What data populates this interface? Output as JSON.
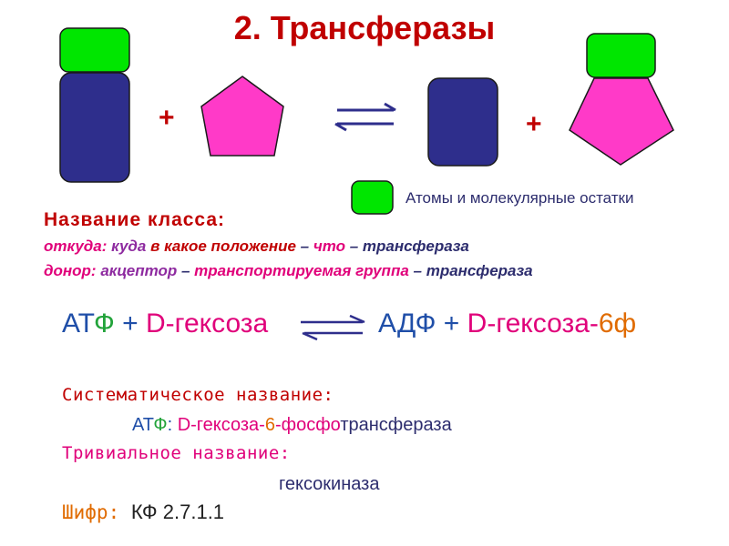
{
  "title": "2. Трансферазы",
  "diagram": {
    "plus_1": "+",
    "plus_2": "+",
    "legend_text": "Атомы и молекулярные остатки",
    "colors": {
      "group": "#00e600",
      "donor": "#2e2e8c",
      "acceptor": "#ff3ac8",
      "arrow": "#2e2e8c"
    }
  },
  "class_name": {
    "heading": "Название класса:",
    "rule_1": [
      {
        "text": "откуда: ",
        "color": "pink"
      },
      {
        "text": "куда",
        "color": "purple"
      },
      {
        "text": "  в какое положение",
        "color": "red"
      },
      {
        "text": " – ",
        "color": "dark"
      },
      {
        "text": "что",
        "color": "pink"
      },
      {
        "text": " – трансфераза",
        "color": "dark"
      }
    ],
    "rule_2": [
      {
        "text": "донор: ",
        "color": "pink"
      },
      {
        "text": "акцептор",
        "color": "purple"
      },
      {
        "text": " – ",
        "color": "dark"
      },
      {
        "text": "транспортируемая группа",
        "color": "pink"
      },
      {
        "text": " – трансфераза",
        "color": "dark"
      }
    ]
  },
  "equation": {
    "left": [
      {
        "text": "АТ",
        "color": "blue"
      },
      {
        "text": "Ф",
        "color": "green"
      },
      {
        "text": " + ",
        "color": "blue"
      },
      {
        "text": "D-гексоза",
        "color": "pink"
      }
    ],
    "right": [
      {
        "text": "АДФ + ",
        "color": "blue"
      },
      {
        "text": "D-гексоза-",
        "color": "pink"
      },
      {
        "text": "6ф",
        "color": "orange"
      }
    ]
  },
  "systematic": {
    "label": "Систематическое название:",
    "value": [
      {
        "text": "АТ",
        "color": "blue"
      },
      {
        "text": "Ф",
        "color": "green"
      },
      {
        "text": ": ",
        "color": "blue"
      },
      {
        "text": "D-гексоза-",
        "color": "pink"
      },
      {
        "text": "6",
        "color": "orange"
      },
      {
        "text": "-",
        "color": "pink"
      },
      {
        "text": "фосфо",
        "color": "pink"
      },
      {
        "text": "трансфераза",
        "color": "dark"
      }
    ]
  },
  "trivial": {
    "label": "Тривиальное название:",
    "value": "гексокиназа"
  },
  "cipher": {
    "label": "Шифр: ",
    "value": "КФ 2.7.1.1"
  }
}
